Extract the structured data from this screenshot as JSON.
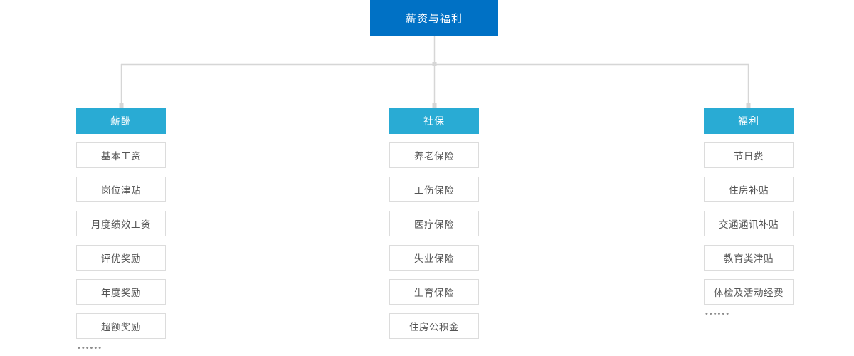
{
  "diagram": {
    "type": "tree",
    "root": {
      "label": "薪资与福利",
      "color": "#0071c5",
      "text_color": "#ffffff"
    },
    "branch_color": "#29abd4",
    "leaf_border_color": "#dcdcdc",
    "leaf_text_color": "#555555",
    "connector_color": "#d6d6d6",
    "ellipsis": "••••••",
    "branches": [
      {
        "header": "薪酬",
        "items": [
          "基本工资",
          "岗位津贴",
          "月度绩效工资",
          "评优奖励",
          "年度奖励",
          "超额奖励"
        ],
        "has_ellipsis": true
      },
      {
        "header": "社保",
        "items": [
          "养老保险",
          "工伤保险",
          "医疗保险",
          "失业保险",
          "生育保险",
          "住房公积金"
        ],
        "has_ellipsis": false
      },
      {
        "header": "福利",
        "items": [
          "节日费",
          "住房补贴",
          "交通通讯补贴",
          "教育类津贴",
          "体检及活动经费"
        ],
        "has_ellipsis": true
      }
    ]
  }
}
